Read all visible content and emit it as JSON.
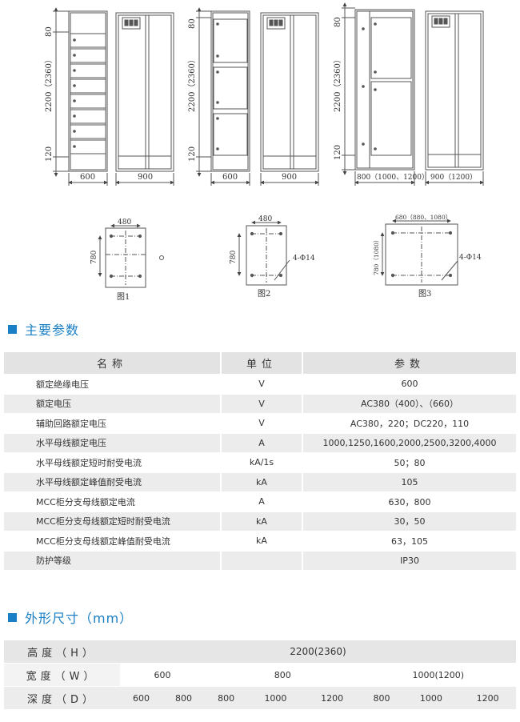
{
  "drawings": {
    "cab1": {
      "h_total": "2200（2360）",
      "h_top": "80",
      "h_bottom": "120",
      "w_front": "600",
      "w_side": "900"
    },
    "cab2": {
      "h_total": "2200（2360）",
      "h_top": "80",
      "h_bottom": "120",
      "w_front": "600",
      "w_side": "900"
    },
    "cab3": {
      "h_total": "2200（2360）",
      "h_top": "80",
      "h_bottom": "120",
      "w_front": "800（1000、1200）",
      "w_side": "900（1200）"
    },
    "fig1": {
      "width": "480",
      "depth": "780",
      "caption": "图1"
    },
    "fig2": {
      "width": "480",
      "depth": "780",
      "holes": "4-Φ14",
      "caption": "图2"
    },
    "fig3": {
      "width": "680（880、1080）",
      "depth": "780（1080）",
      "holes": "4-Φ14",
      "caption": "图3"
    }
  },
  "section1": {
    "title": "主要参数"
  },
  "params_table": {
    "headers": [
      "名称",
      "单位",
      "参数"
    ],
    "rows": [
      [
        "额定绝缘电压",
        "V",
        "600"
      ],
      [
        "额定电压",
        "V",
        "AC380（400）、（660）"
      ],
      [
        "辅助回路额定电压",
        "V",
        "AC380，220；DC220，110"
      ],
      [
        "水平母线额定电压",
        "A",
        "1000,1250,1600,2000,2500,3200,4000"
      ],
      [
        "水平母线额定短时耐受电流",
        "kA/1s",
        "50；80"
      ],
      [
        "水平母线额定峰值耐受电流",
        "kA",
        "105"
      ],
      [
        "MCC柜分支母线额定电流",
        "A",
        "630，800"
      ],
      [
        "MCC柜分支母线额定短时耐受电流",
        "kA",
        "30，50"
      ],
      [
        "MCC柜分支母线额定峰值耐受电流",
        "kA",
        "63，105"
      ],
      [
        "防护等级",
        "",
        "IP30"
      ]
    ]
  },
  "section2": {
    "title": "外形尺寸（mm）"
  },
  "dims_table": {
    "height_label": "高度（H）",
    "height_value": "2200(2360)",
    "width_label": "宽度（W）",
    "width_values": [
      "600",
      "800",
      "1000(1200)"
    ],
    "depth_label": "深度（D）",
    "depth_values": [
      "600",
      "800",
      "800",
      "1000",
      "1200",
      "800",
      "1000",
      "1200"
    ]
  }
}
